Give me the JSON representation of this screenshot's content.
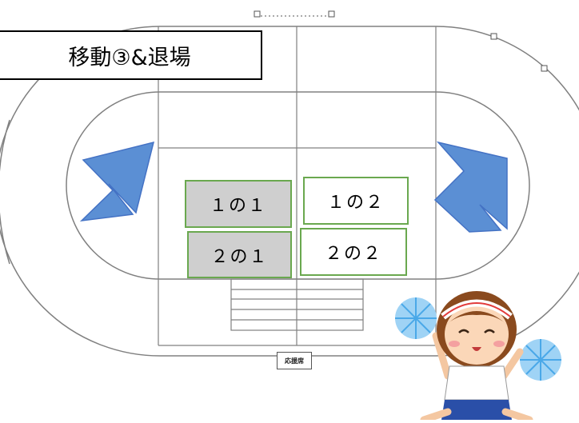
{
  "title": "移動③&退場",
  "classes": {
    "c1_1": "１の１",
    "c1_2": "１の２",
    "c2_1": "２の１",
    "c2_2": "２の２"
  },
  "stand_label": "応援席",
  "colors": {
    "arrow": "#5b8fd4",
    "arrow_border": "#4472c4",
    "class_border": "#6aa84f",
    "class_fill_grey": "#cfcfcf",
    "track_line": "#808080"
  },
  "icons": {
    "cheerleader": "cheerleader-illustration",
    "arrows": "up-left-arrow, up-right-arrow"
  }
}
